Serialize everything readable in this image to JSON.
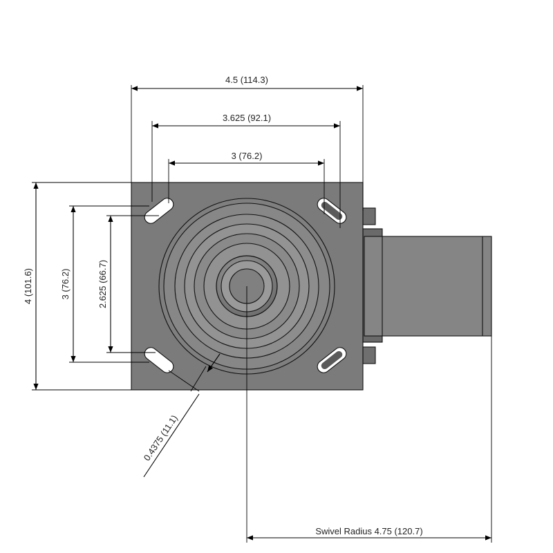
{
  "dimensions": {
    "overall_width": "4.5 (114.3)",
    "bolt_span_outer": "3.625 (92.1)",
    "bolt_span_inner": "3 (76.2)",
    "overall_height": "4 (101.6)",
    "bolt_vert_outer": "3 (76.2)",
    "bolt_vert_inner": "2.625 (66.7)",
    "bolt_hole": "0.4375 (11.1)",
    "swivel_radius": "Swivel Radius 4.75 (120.7)"
  },
  "colors": {
    "plate": "#7b7b7b",
    "wheel": "#858585",
    "line": "#000000"
  }
}
